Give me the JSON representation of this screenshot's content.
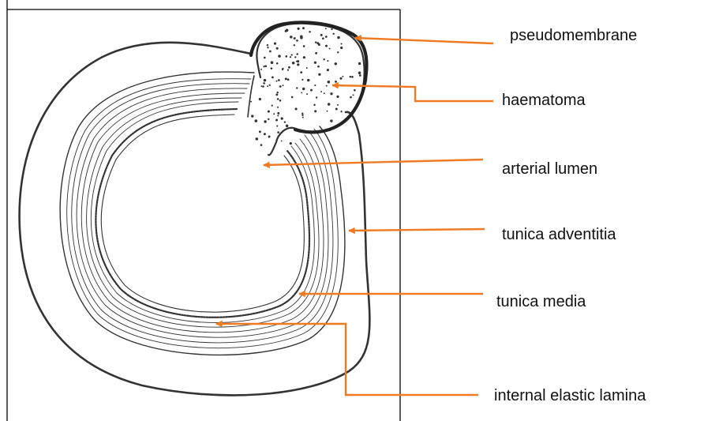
{
  "labels": {
    "pseudomembrane": "pseudomembrane",
    "haematoma": "haematoma",
    "arterial_lumen": "arterial lumen",
    "tunica_adventitia": "tunica adventitia",
    "tunica_media": "tunica media",
    "internal_elastic_lamina": "internal elastic lamina"
  },
  "colors": {
    "arrow": "#f07a22",
    "ink": "#333333",
    "frame": "#000000"
  }
}
